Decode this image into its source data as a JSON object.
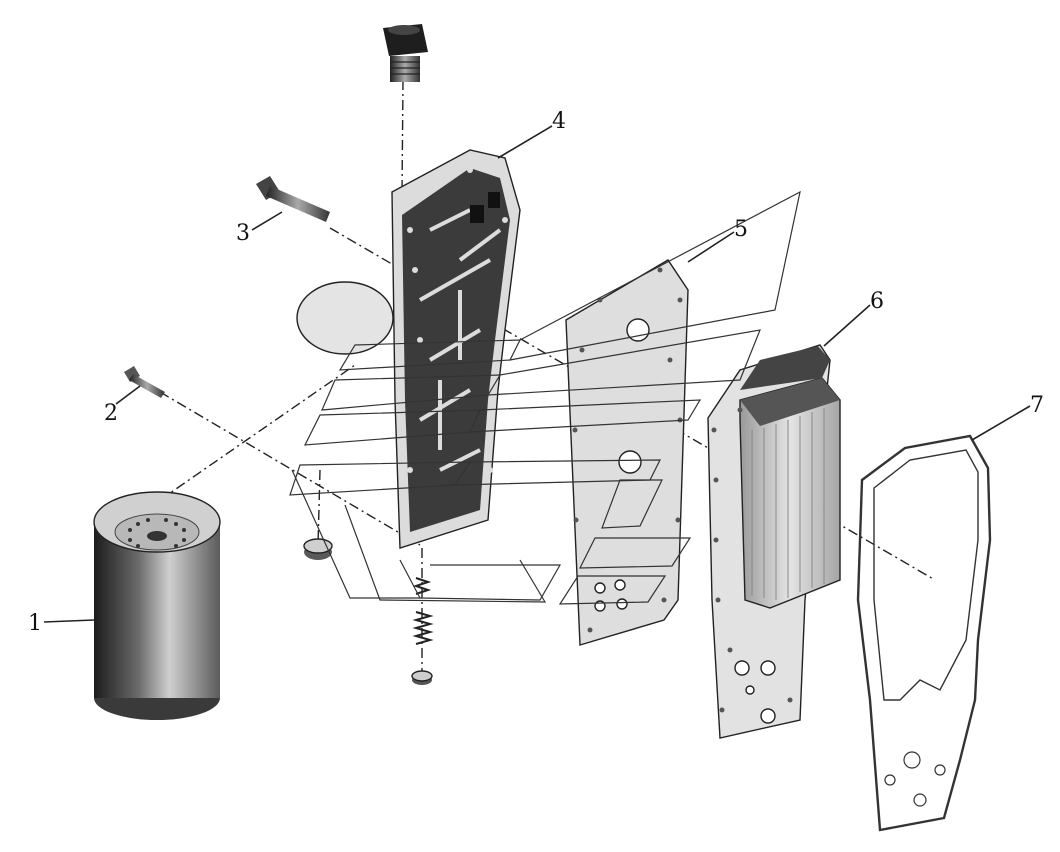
{
  "callouts": [
    {
      "id": "1",
      "label": "1"
    },
    {
      "id": "2",
      "label": "2"
    },
    {
      "id": "3",
      "label": "3"
    },
    {
      "id": "4",
      "label": "4"
    },
    {
      "id": "5",
      "label": "5"
    },
    {
      "id": "6",
      "label": "6"
    },
    {
      "id": "7",
      "label": "7"
    }
  ],
  "colors": {
    "metal_dark": "#3a3a3a",
    "metal_mid": "#8a8a8a",
    "metal_light": "#c9c9c9",
    "plate": "#d6d6d6",
    "line": "#222222"
  }
}
